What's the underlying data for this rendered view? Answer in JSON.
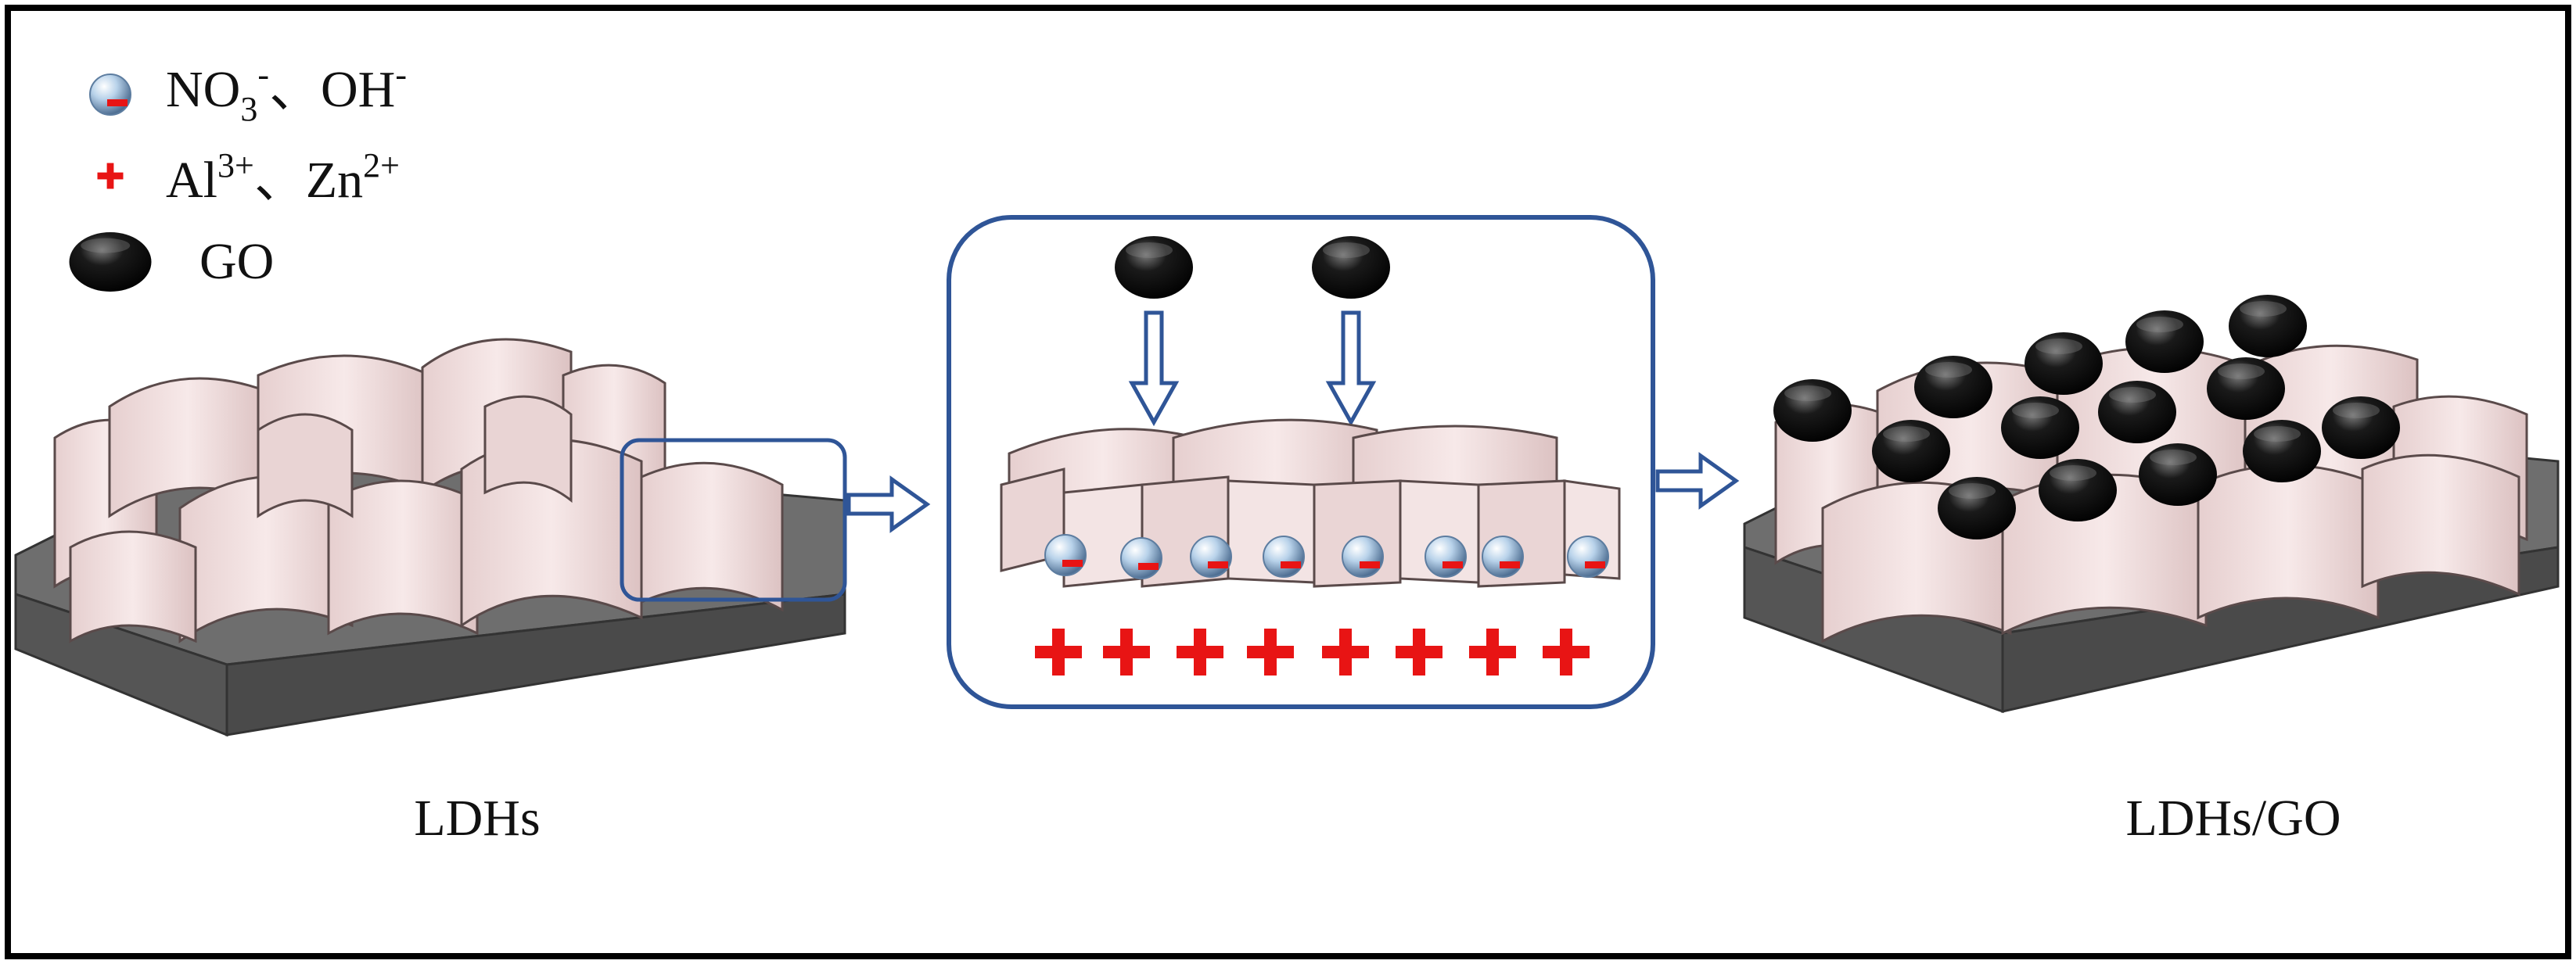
{
  "legend": {
    "anion": {
      "text": "NO",
      "sub": "3",
      "sup": "-",
      "sep": "、",
      "text2": "OH",
      "sup2": "-"
    },
    "cation": {
      "text": "Al",
      "sup": "3+",
      "sep": "、",
      "text2": "Zn",
      "sup2": "2+"
    },
    "go": {
      "text": "GO"
    }
  },
  "labels": {
    "left": "LDHs",
    "right": "LDHs/GO"
  },
  "colors": {
    "frame": "#000000",
    "accent": "#2f5597",
    "ldh_fill": "#f0dcdc",
    "ldh_stroke": "#5a4a4a",
    "substrate_top": "#6e6e6e",
    "substrate_side": "#4a4a4a",
    "cation": "#e81414",
    "go": "#111111"
  }
}
